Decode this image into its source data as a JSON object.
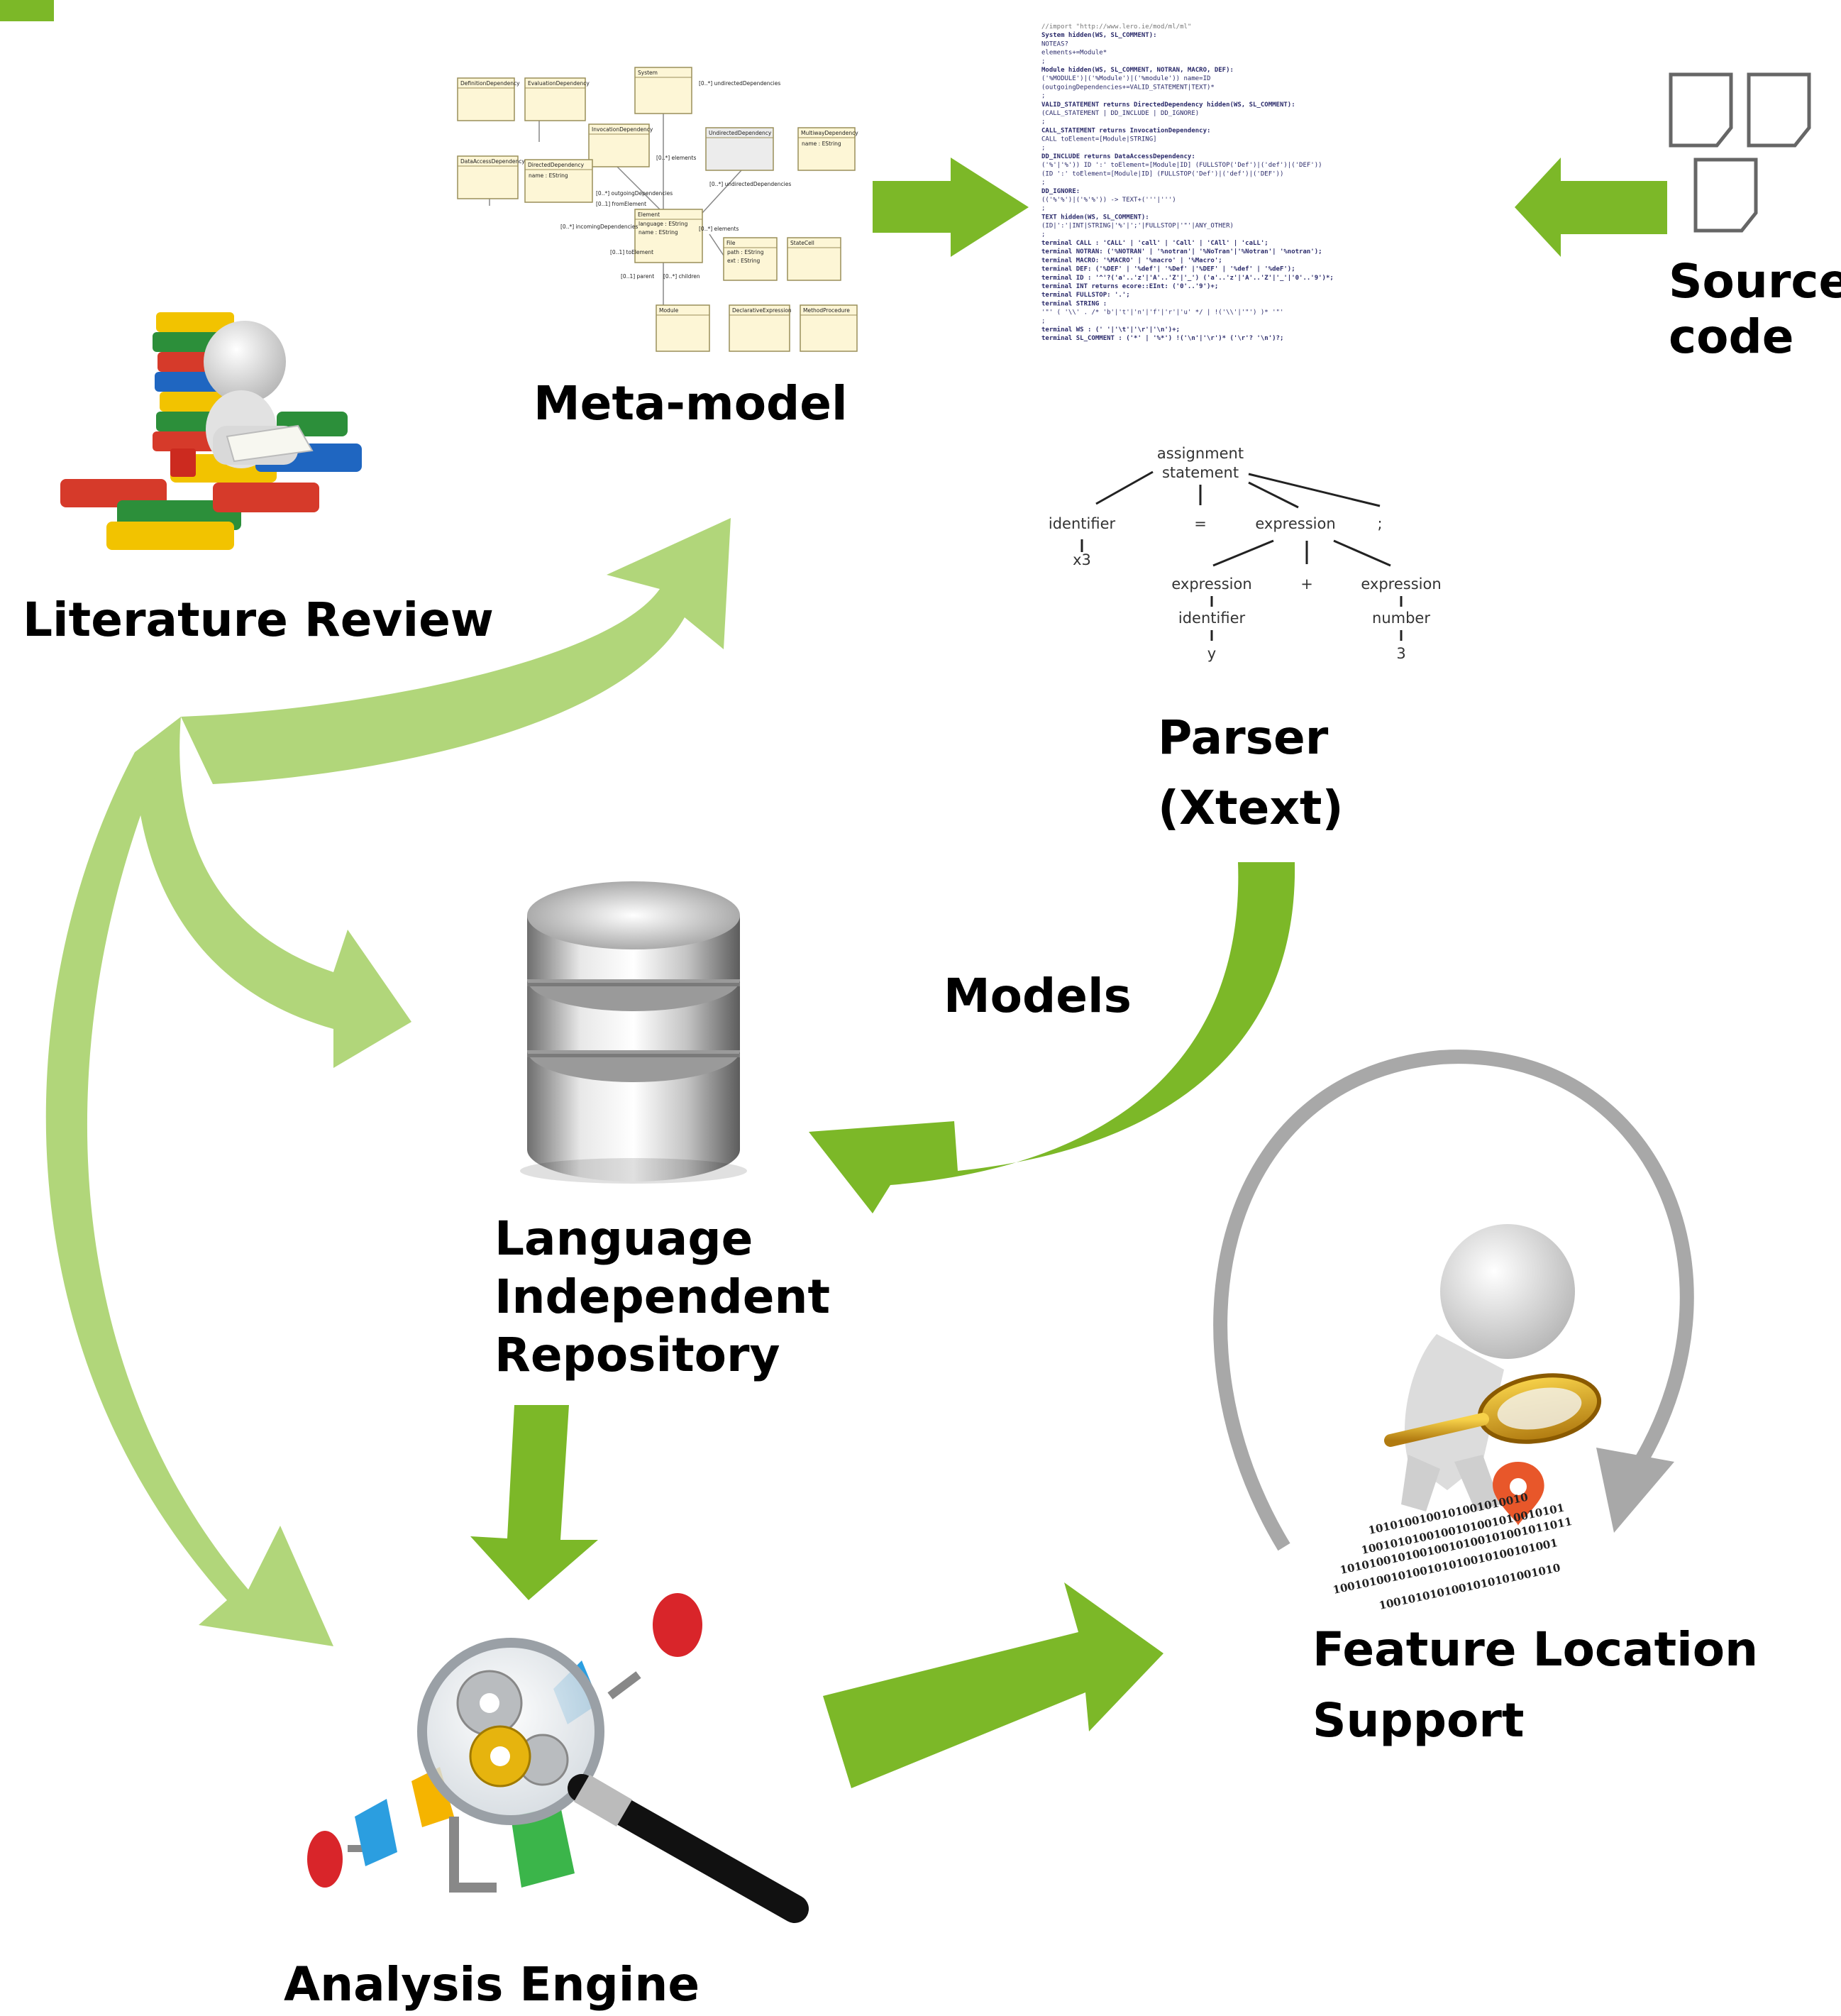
{
  "title": "Methodology",
  "labels": {
    "meta_model": "Meta-model",
    "source_code": [
      "Source",
      "code"
    ],
    "literature_review": "Literature Review",
    "parser": [
      "Parser",
      "(Xtext)"
    ],
    "models": "Models",
    "repository": [
      "Language",
      "Independent",
      "Repository"
    ],
    "feature_location": [
      "Feature Location",
      "Support"
    ],
    "analysis_engine": "Analysis Engine"
  },
  "parse_tree": {
    "root": [
      "assignment",
      "statement"
    ],
    "level1": [
      "identifier",
      "=",
      "expression",
      ";"
    ],
    "leaf_x3": "x3",
    "level2": [
      "expression",
      "+",
      "expression"
    ],
    "level3": [
      "identifier",
      "number"
    ],
    "level4": [
      "y",
      "3"
    ]
  },
  "grammar_lines": [
    "//import \"http://www.lero.ie/mod/ml/ml\"",
    "System hidden(WS, SL_COMMENT):",
    "    NOTEAS?",
    "    elements+=Module*",
    ";",
    "Module hidden(WS, SL_COMMENT, NOTRAN, MACRO, DEF):",
    "    ('%MODULE')|('%Module')|('%module')) name=ID",
    "    (outgoingDependencies+=VALID_STATEMENT|TEXT)*",
    ";",
    "VALID_STATEMENT returns DirectedDependency hidden(WS, SL_COMMENT):",
    "    (CALL_STATEMENT | DD_INCLUDE | DD_IGNORE)",
    ";",
    "CALL_STATEMENT returns InvocationDependency:",
    "    CALL toElement=[Module|STRING]",
    ";",
    "DD_INCLUDE returns DataAccessDependency:",
    "  ('%'|'%')) ID ':' toElement=[Module|ID] (FULLSTOP('Def')|('def')|('DEF'))",
    "  (ID ':' toElement=[Module|ID] (FULLSTOP('Def')|('def')|('DEF'))",
    ";",
    "DD_IGNORE:",
    "    (('%'%')|('%'%')) -> TEXT+('''|''')",
    ";",
    "TEXT  hidden(WS, SL_COMMENT):",
    "    (ID|':'|INT|STRING|'%'|';'|FULLSTOP|'\"'|ANY_OTHER)",
    ";",
    "terminal CALL : 'CALL' | 'call' | 'Call' | 'CAll' | 'caLL';",
    "terminal NOTRAN: ('%NOTRAN' | '%notran'| '%NoTran'|'%Notran'| '%notran');",
    "terminal MACRO: '%MACRO' | '%macro' | '%Macro';",
    "terminal DEF: ('%DEF' | '%def'| '%Def' |'%DEF' | '%def' | '%deF');",
    "terminal ID : '^'?('a'..'z'|'A'..'Z'|'_') ('a'..'z'|'A'..'Z'|'_'|'0'..'9')*;",
    "terminal INT returns ecore::EInt: ('0'..'9')+;",
    "terminal FULLSTOP: '.';",
    "terminal STRING :",
    "        '\"' ( '\\\\' . /* 'b'|'t'|'n'|'f'|'r'|'u' */ | !('\\\\'|'\"') )* '\"'",
    ";",
    "terminal WS         : (' '|'\\t'|'\\r'|'\\n')+;",
    "terminal SL_COMMENT : ('*' | '%*') !('\\n'|'\\r')* ('\\r'? '\\n')?;"
  ],
  "uml_boxes": [
    "DefinitionDependency",
    "EvaluationDependency",
    "System",
    "InvocationDependency",
    "UndirectedDependency",
    "MultiwayDependency",
    "DataAccessDependency",
    "DirectedDependency",
    "Element",
    "File",
    "StateCell",
    "Module",
    "DeclarativeExpression",
    "MethodProcedure"
  ],
  "uml_details": {
    "multiway_attr": "name : EString",
    "directed_attr": "name : EString",
    "element_attr1": "language : EString",
    "element_attr2": "name : EString",
    "file_attr1": "path : EString",
    "file_attr2": "ext : EString"
  },
  "uml_edges": [
    "[0..*] undirectedDependencies",
    "[0..*] elements",
    "[0..*] outgoingDependencies",
    "[0..1] fromElement",
    "[0..*] incomingDependencies",
    "[0..*] undirectedDependencies",
    "[0..*] elements",
    "[0..1] toElement",
    "[0..1] parent",
    "[0..*] children"
  ],
  "binary_lines": [
    "1010100100101001010010",
    "1001010100100101001010010101",
    "10101001010010010100101001011011",
    "1001010010100101010010100101001",
    "1001010101001010101001010"
  ],
  "colors": {
    "green_dark": "#7cb828",
    "green_light": "#b1d67a",
    "gray_arrow": "#a8a8a8",
    "title_square": "#7cb828"
  },
  "icons": [
    "books-person-icon",
    "database-icon",
    "magnifier-gears-icon",
    "person-magnifier-icon",
    "document-icons",
    "location-pin-icon"
  ]
}
